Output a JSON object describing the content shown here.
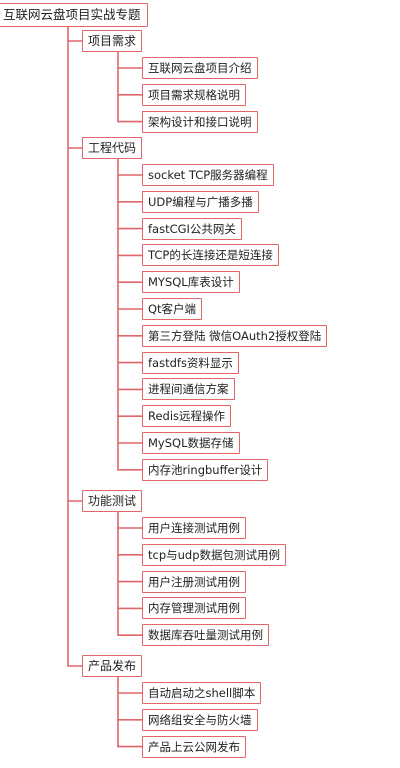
{
  "root": "互联网云盘项目实战专题",
  "line_color": "#e0666a",
  "sections": [
    {
      "label": "项目需求",
      "items": [
        "互联网云盘项目介绍",
        "项目需求规格说明",
        "架构设计和接口说明"
      ]
    },
    {
      "label": "工程代码",
      "items": [
        "socket TCP服务器编程",
        "UDP编程与广播多播",
        "fastCGI公共网关",
        "TCP的长连接还是短连接",
        "MYSQL库表设计",
        "Qt客户端",
        "第三方登陆 微信OAuth2授权登陆",
        "fastdfs资料显示",
        "进程间通信方案",
        "Redis远程操作",
        "MySQL数据存储",
        "内存池ringbuffer设计"
      ]
    },
    {
      "label": "功能测试",
      "items": [
        "用户连接测试用例",
        "tcp与udp数据包测试用例",
        "用户注册测试用例",
        "内存管理测试用例",
        "数据库吞吐量测试用例"
      ]
    },
    {
      "label": "产品发布",
      "items": [
        "自动启动之shell脚本",
        "网络组安全与防火墙",
        "产品上云公网发布"
      ]
    }
  ]
}
